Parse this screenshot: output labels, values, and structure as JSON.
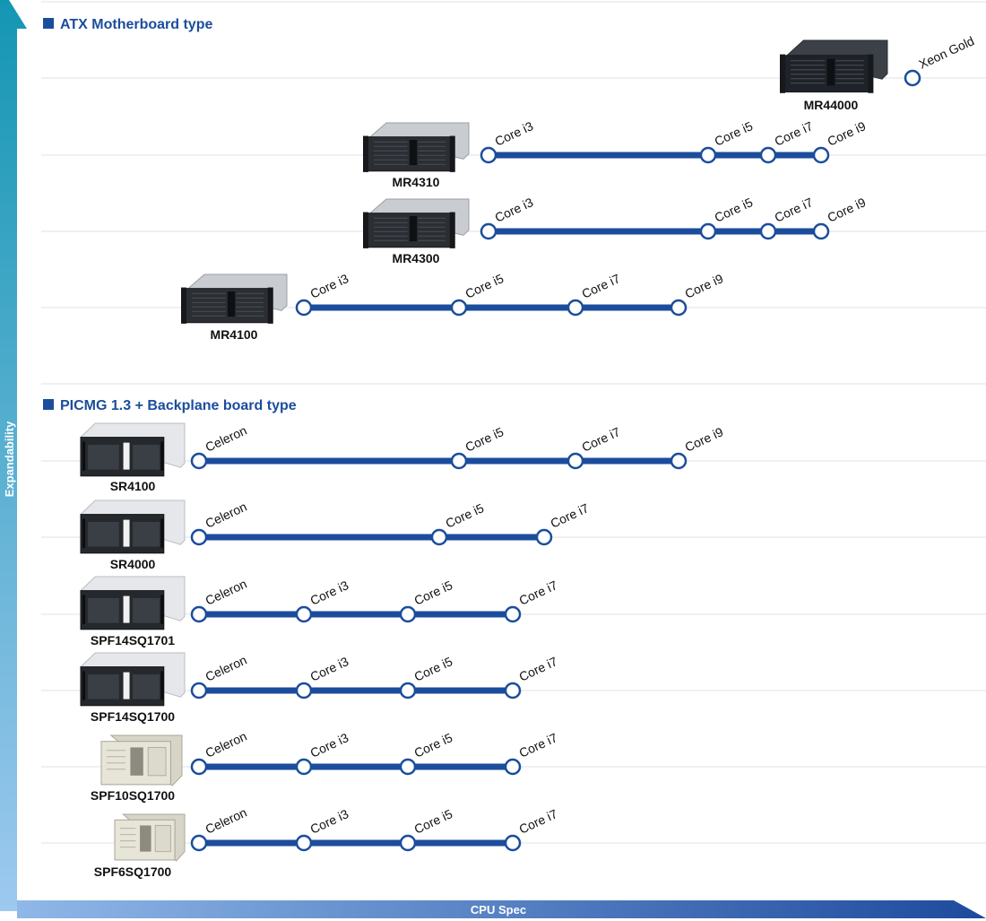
{
  "axes": {
    "y_label": "Expandability",
    "x_label": "CPU Spec"
  },
  "colors": {
    "line": "#1b4d9c",
    "node_fill": "#ffffff",
    "grid": "#e2e2e2",
    "arrow_dark": "#1e4a9e",
    "arrow_light": "#8fb8e8",
    "vertical_top": "#1496b3",
    "vertical_bottom": "#9ec9ef",
    "title": "#1b4d9c"
  },
  "sections": [
    {
      "title": "ATX Motherboard type",
      "models": [
        {
          "name": "MR44000",
          "chassis": "dark-rack",
          "cpus": [
            {
              "label": "Xeon Gold"
            }
          ]
        },
        {
          "name": "MR4310",
          "chassis": "silver-rack",
          "cpus": [
            {
              "label": "Core i3"
            },
            {
              "label": "Core i5"
            },
            {
              "label": "Core i7"
            },
            {
              "label": "Core i9"
            }
          ]
        },
        {
          "name": "MR4300",
          "chassis": "silver-rack",
          "cpus": [
            {
              "label": "Core i3"
            },
            {
              "label": "Core i5"
            },
            {
              "label": "Core i7"
            },
            {
              "label": "Core i9"
            }
          ]
        },
        {
          "name": "MR4100",
          "chassis": "silver-rack",
          "cpus": [
            {
              "label": "Core i3"
            },
            {
              "label": "Core i5"
            },
            {
              "label": "Core i7"
            },
            {
              "label": "Core i9"
            }
          ]
        }
      ]
    },
    {
      "title": "PICMG 1.3 + Backplane board type",
      "models": [
        {
          "name": "SR4100",
          "chassis": "white-rack",
          "cpus": [
            {
              "label": "Celeron"
            },
            {
              "label": "Core i5"
            },
            {
              "label": "Core i7"
            },
            {
              "label": "Core i9"
            }
          ]
        },
        {
          "name": "SR4000",
          "chassis": "white-rack",
          "cpus": [
            {
              "label": "Celeron"
            },
            {
              "label": "Core i5"
            },
            {
              "label": "Core i7"
            }
          ]
        },
        {
          "name": "SPF14SQ1701",
          "chassis": "white-rack",
          "cpus": [
            {
              "label": "Celeron"
            },
            {
              "label": "Core i3"
            },
            {
              "label": "Core i5"
            },
            {
              "label": "Core i7"
            }
          ]
        },
        {
          "name": "SPF14SQ1700",
          "chassis": "white-rack",
          "cpus": [
            {
              "label": "Celeron"
            },
            {
              "label": "Core i3"
            },
            {
              "label": "Core i5"
            },
            {
              "label": "Core i7"
            }
          ]
        },
        {
          "name": "SPF10SQ1700",
          "chassis": "beige-wall",
          "cpus": [
            {
              "label": "Celeron"
            },
            {
              "label": "Core i3"
            },
            {
              "label": "Core i5"
            },
            {
              "label": "Core i7"
            }
          ]
        },
        {
          "name": "SPF6SQ1700",
          "chassis": "beige-wall",
          "cpus": [
            {
              "label": "Celeron"
            },
            {
              "label": "Core i3"
            },
            {
              "label": "Core i5"
            },
            {
              "label": "Core i7"
            }
          ]
        }
      ]
    }
  ]
}
